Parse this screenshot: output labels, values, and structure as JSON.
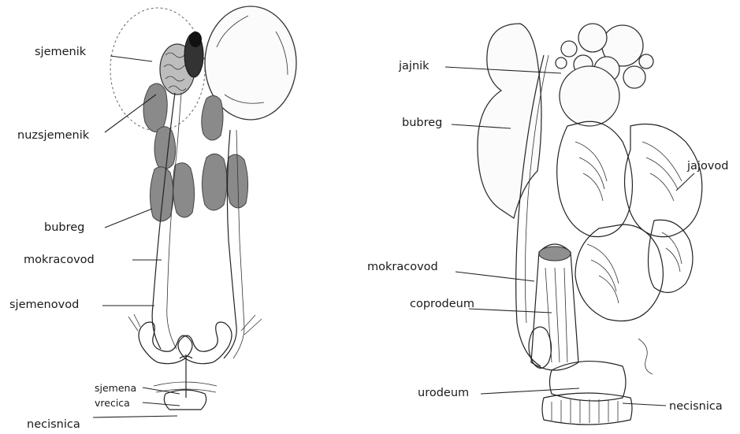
{
  "male": {
    "labels": {
      "testis": "sjemenik",
      "epididymis": "nuzsjemenik",
      "kidney": "bubreg",
      "ureter": "mokracovod",
      "vas_deferens": "sjemenovod",
      "seminal_vesicle_line1": "sjemena",
      "seminal_vesicle_line2": "vrecica",
      "cloaca": "necisnica"
    }
  },
  "female": {
    "labels": {
      "ovary": "jajnik",
      "kidney": "bubreg",
      "oviduct": "jajovod",
      "ureter": "mokracovod",
      "coprodeum": "coprodeum",
      "urodeum": "urodeum",
      "cloaca": "necisnica"
    }
  }
}
